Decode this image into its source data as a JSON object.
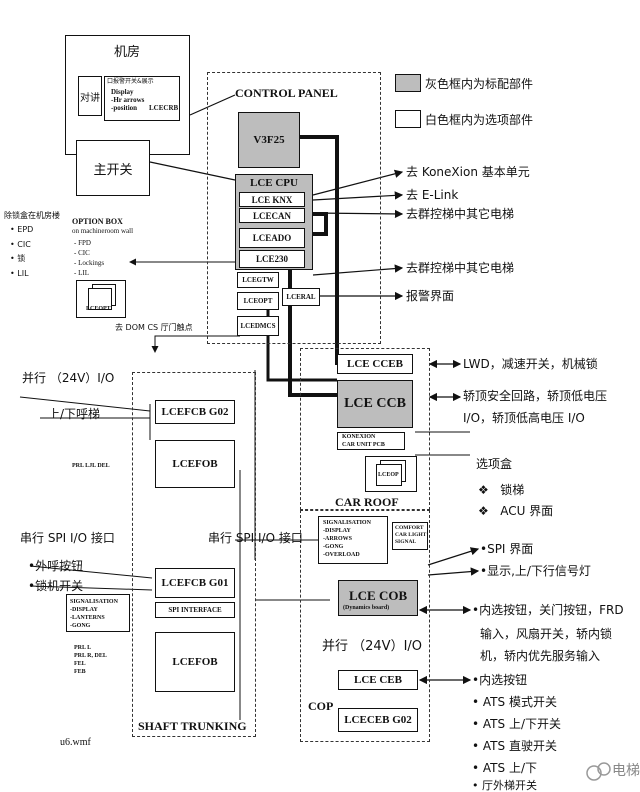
{
  "machine_room": {
    "title": "机房",
    "intercom": "对讲",
    "alarm_box": "口报警开关&展示",
    "display_lines": [
      "Display",
      "-Hr arrows",
      "-position"
    ],
    "lcecrb": "LCECRB"
  },
  "main_switch": "主开关",
  "control_panel": {
    "title": "CONTROL PANEL",
    "v3f25": "V3F25",
    "lce_cpu": "LCE CPU",
    "lce_knx": "LCE KNX",
    "lcecan": "LCECAN",
    "lceado": "LCEADO",
    "lce230": "LCE230",
    "lcegtw": "LCEGTW",
    "lceopt": "LCEOPT",
    "lceral": "LCERAL",
    "lcedmcs": "LCEDMCS"
  },
  "legend": {
    "gray": "灰色框内为标配部件",
    "white": "白色框内为选项部件"
  },
  "cp_outputs": [
    "去 KoneXion 基本单元",
    "去 E-Link",
    "去群控梯中其它电梯",
    "去群控梯中其它电梯",
    "报警界面"
  ],
  "option_box": {
    "side_title": "除锁盒在机房楼",
    "side_items": [
      "EPD",
      "CIC",
      "锁",
      "LIL"
    ],
    "title": "OPTION BOX",
    "subtitle": "on machineroom wall",
    "items": [
      "- FPD",
      "- CIC",
      "- Lockings",
      "- LIL"
    ],
    "lceopt": "LCEOPT"
  },
  "dom_cs": "去 DOM CS 厅门触点",
  "shaft": {
    "parallel_io": "并行 （24V）I/O",
    "hall_call_updown": "上/下呼梯",
    "lcefcb_g02": "LCEFCB G02",
    "lcefob1": "LCEFOB",
    "prl_lines": "PRL LJL DEL",
    "serial_spi": "串行 SPI I/O 接口",
    "hall_button": "外呼按钮",
    "lock_switch": "锁机开关",
    "lcefcb_g01": "LCEFCB G01",
    "spi_interface": "SPI INTERFACE",
    "signalisation": [
      "SIGNALISATION",
      "-DISPLAY",
      "-LANTERNS",
      "-GONG"
    ],
    "lcefob2": "LCEFOB",
    "prl_lines2": [
      "PRL L",
      "PRL R, DEL",
      "FEL",
      "FEB"
    ],
    "title": "SHAFT TRUNKING",
    "file": "u6.wmf"
  },
  "car": {
    "serial_spi": "串行 SPI I/O 接口",
    "lce_cceb": "LCE CCEB",
    "lce_ccb": "LCE CCB",
    "konexion": [
      "KONEXION",
      "CAR UNIT PCB"
    ],
    "option_box": "选项盒",
    "option_items": [
      "锁梯",
      "ACU 界面"
    ],
    "lceop": "LCEOP",
    "car_roof": "CAR ROOF",
    "signalisation": [
      "SIGNALISATION",
      "-DISPLAY",
      "-ARROWS",
      "-GONG",
      "-OVERLOAD"
    ],
    "comfort": [
      "COMFORT",
      "CAR LIGHT",
      "SIGNAL"
    ],
    "lce_cob": "LCE COB",
    "lce_cob_sub": "(Dynamics board)",
    "parallel_io": "并行 （24V）I/O",
    "lce_ceb": "LCE CEB",
    "cop": "COP",
    "lceceb_g02": "LCECEB G02"
  },
  "car_outputs": {
    "lwd": "LWD，减速开关，机械锁",
    "safety_line1": "轿顶安全回路，轿顶低电压",
    "safety_line2": "I/O，轿顶低高电压 I/O",
    "spi": "SPI 界面",
    "display": "显示,上/下行信号灯",
    "inner_line1": "内选按钮，关门按钮，FRD",
    "inner_line2": "输入，风扇开关，轿内锁",
    "inner_line3": "机，轿内优先服务输入",
    "inner_btn": "内选按钮",
    "ats_items": [
      "ATS 模式开关",
      "ATS 上/下开关",
      "ATS 直驶开关",
      "ATS 上/下",
      "厅外梯开关"
    ]
  },
  "watermark": "电梯"
}
